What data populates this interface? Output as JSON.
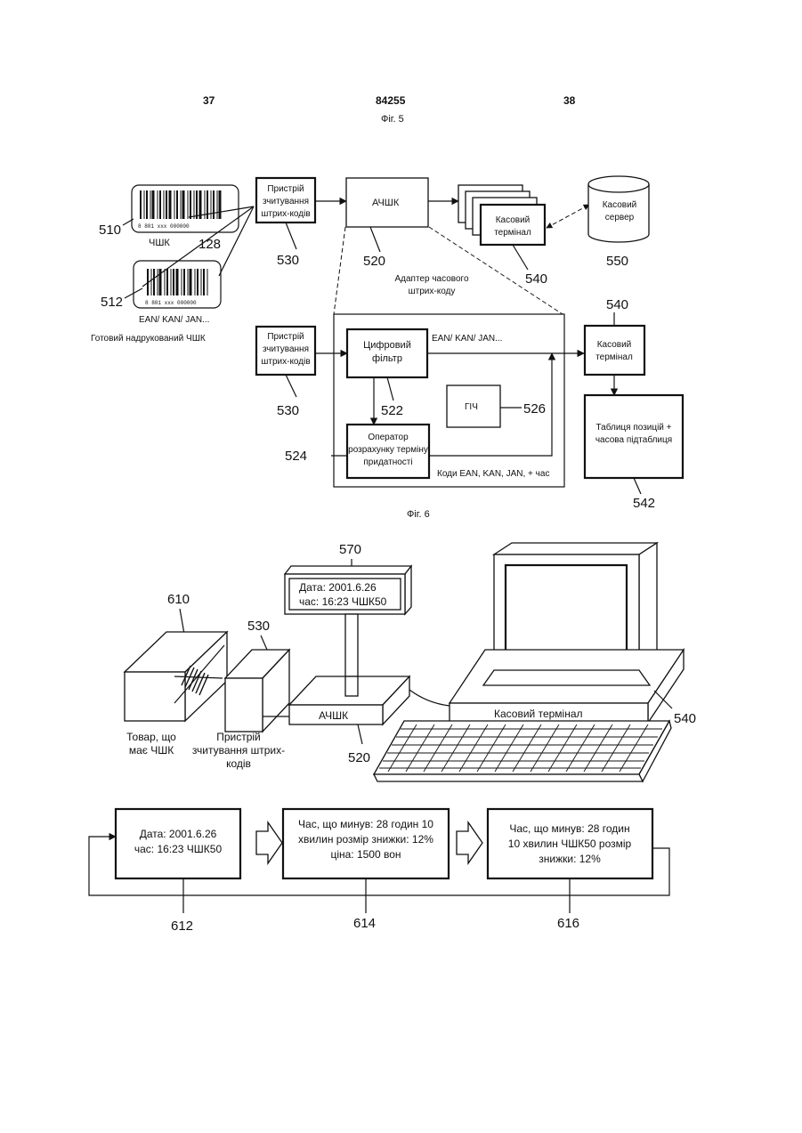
{
  "header": {
    "page_left": "37",
    "patent_no": "84255",
    "page_right": "38"
  },
  "fig5": {
    "caption": "Фіг. 5",
    "label_cscb": "ЧШК",
    "label_128": "128",
    "ref_510": "510",
    "ref_512": "512",
    "barcode_types": "EAN/ KAN/ JAN...",
    "printed_label": "Готовий надрукований ЧШК",
    "reader": [
      "Пристрій",
      "зчитування",
      "штрих-кодів"
    ],
    "ref_530": "530",
    "achshk": "АЧШК",
    "ref_520": "520",
    "terminal": [
      "Касовий",
      "термінал"
    ],
    "ref_540": "540",
    "server": [
      "Касовий",
      "сервер"
    ],
    "ref_550": "550",
    "adapter": [
      "Адаптер часового",
      "штрих-коду"
    ],
    "reader2": [
      "Пристрій",
      "зчитування",
      "штрих-кодів"
    ],
    "ref_530b": "530",
    "digital_filter": [
      "Цифровий",
      "фільтр"
    ],
    "ref_522": "522",
    "rtc": "ГІЧ",
    "ref_526": "526",
    "operator": [
      "Оператор",
      "розрахунку терміну",
      "придатності"
    ],
    "ref_524": "524",
    "codes_out": "EAN/ KAN/ JAN...",
    "codes_time": "Коди EAN, KAN, JAN, + час",
    "terminal2": [
      "Касовий",
      "термінал"
    ],
    "ref_540b": "540",
    "table": [
      "Таблиця позицій +",
      "часова підтаблиця"
    ],
    "ref_542": "542"
  },
  "fig6": {
    "caption": "Фіг. 6",
    "ref_570": "570",
    "display": [
      "Дата: 2001.6.26",
      "час: 16:23 ЧШК50"
    ],
    "ref_610": "610",
    "ref_530": "530",
    "achshk": "АЧШК",
    "terminal": "Касовий термінал",
    "ref_540": "540",
    "product": [
      "Товар, що",
      "має ЧШК"
    ],
    "reader": [
      "Пристрій",
      "зчитування штрих-",
      "кодів"
    ],
    "ref_520": "520",
    "box1": [
      "Дата: 2001.6.26",
      "час: 16:23 ЧШК50"
    ],
    "box2": [
      "Час, що минув: 28 годин 10",
      "хвилин розмір знижки: 12%",
      "ціна: 1500 вон"
    ],
    "box3": [
      "Час, що минув: 28 годин",
      "10 хвилин ЧШК50 розмір",
      "знижки: 12%"
    ],
    "ref_612": "612",
    "ref_614": "614",
    "ref_616": "616"
  }
}
